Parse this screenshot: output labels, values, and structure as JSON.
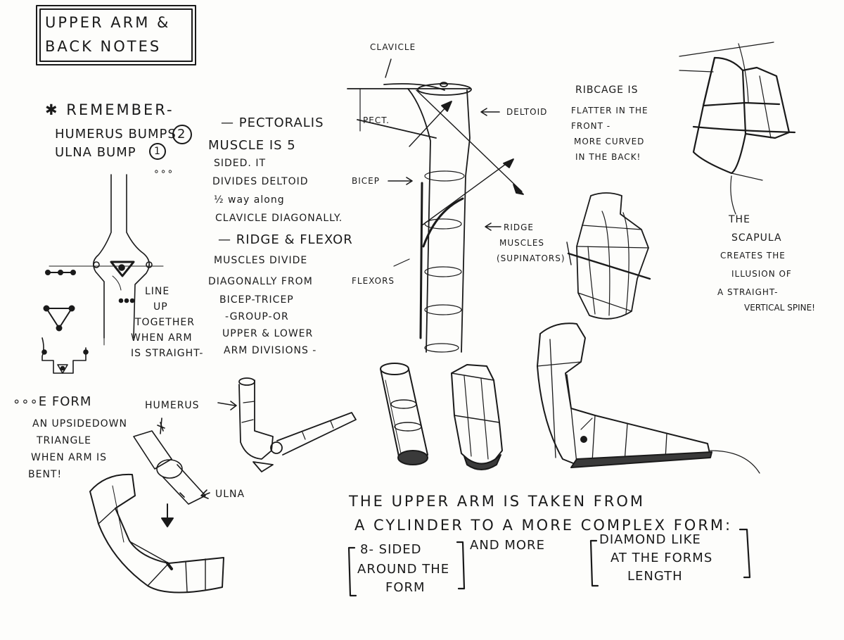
{
  "title": {
    "line1": "UPPER ARM &",
    "line2": "BACK NOTES"
  },
  "remember": {
    "heading": "✱ REMEMBER-",
    "humerus": "HUMERUS BUMPS",
    "humerus_count": "2",
    "ulna": "ULNA BUMP",
    "ulna_count": "1",
    "dots": "∘∘∘"
  },
  "line_up": {
    "l1": "LINE",
    "l2": "UP",
    "l3": "TOGETHER",
    "l4": "WHEN ARM",
    "l5": "IS STRAIGHT-"
  },
  "form_note": {
    "l1": "∘∘∘E FORM",
    "l2": "AN UPSIDEDOWN",
    "l3": "TRIANGLE",
    "l4": "WHEN ARM IS",
    "l5": "BENT!"
  },
  "pectoralis": {
    "l1": "— PECTORALIS",
    "l2": "MUSCLE IS 5",
    "l3": "SIDED. IT",
    "l4": "DIVIDES DELTOID",
    "l5": "½ way along",
    "l6": "CLAVICLE DIAGONALLY."
  },
  "ridge_note": {
    "l1": "— RIDGE & FLEXOR",
    "l2": "MUSCLES DIVIDE",
    "l3": "DIAGONALLY FROM",
    "l4": "BICEP-TRICEP",
    "l5": "-GROUP-OR",
    "l6": "UPPER & LOWER",
    "l7": "ARM DIVISIONS -"
  },
  "labels": {
    "clavicle": "CLAVICLE",
    "pect": "PECT.",
    "deltoid": "DELTOID",
    "bicep": "BICEP",
    "flexors": "FLEXORS",
    "ridge": "RIDGE",
    "muscles": "MUSCLES",
    "supinators": "(SUPINATORS)",
    "humerus": "HUMERUS",
    "ulna": "ULNA"
  },
  "ribcage": {
    "l1": "RIBCAGE IS",
    "l2": "FLATTER IN THE",
    "l3": "FRONT -",
    "l4": "MORE CURVED",
    "l5": "IN THE BACK!"
  },
  "scapula": {
    "l1": "THE",
    "l2": "SCAPULA",
    "l3": "CREATES THE",
    "l4": "ILLUSION OF",
    "l5": "A STRAIGHT-",
    "l6": "VERTICAL SPINE!"
  },
  "conclusion": {
    "l1": "THE UPPER ARM IS TAKEN FROM",
    "l2": "A CYLINDER TO A MORE COMPLEX FORM:",
    "sided1": "8- SIDED",
    "sided2": "AROUND THE",
    "sided3": "FORM",
    "and_more": "AND MORE",
    "diamond1": "DIAMOND LIKE",
    "diamond2": "AT THE FORMS",
    "diamond3": "LENGTH"
  },
  "colors": {
    "ink": "#1a1a1a",
    "paper": "#fdfdfb"
  }
}
